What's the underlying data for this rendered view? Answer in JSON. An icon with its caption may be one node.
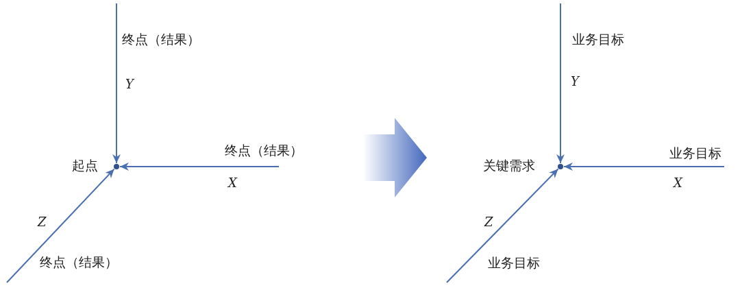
{
  "diagram": {
    "nodes": [
      {
        "text": [],
        "shape": "circle",
        "beside": [
          "起点"
        ]
      },
      {
        "text": [],
        "shape": "circle",
        "beside": [
          "关键需求"
        ]
      }
    ],
    "edges": [
      {
        "from": null,
        "to": 0,
        "arrow": "to",
        "label": "Y"
      },
      {
        "from": null,
        "to": 0,
        "arrow": "to",
        "label": "X"
      },
      {
        "from": null,
        "to": 0,
        "arrow": "to",
        "label": "Z"
      },
      {
        "from": null,
        "to": 1,
        "arrow": "to",
        "label": "Y"
      },
      {
        "from": null,
        "to": 1,
        "arrow": "to",
        "label": "X"
      },
      {
        "from": null,
        "to": 1,
        "arrow": "to",
        "label": "Z"
      }
    ],
    "labels": [
      "终点（结果）",
      "终点（结果）",
      "终点（结果）",
      "业务目标",
      "业务目标",
      "业务目标"
    ]
  }
}
